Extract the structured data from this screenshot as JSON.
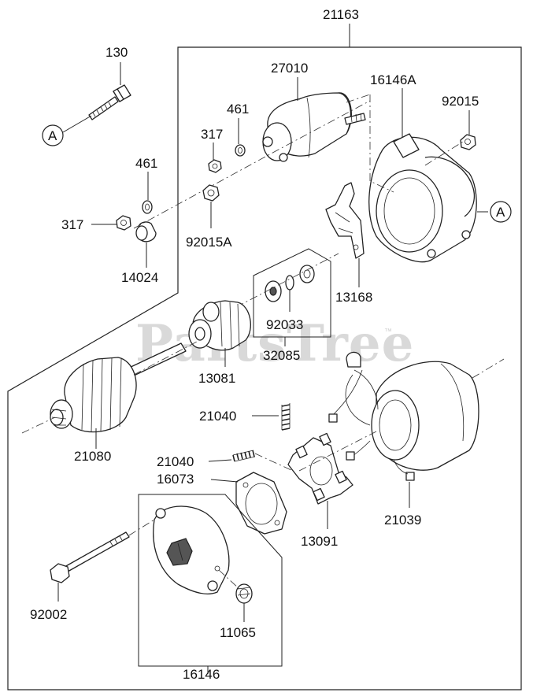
{
  "diagram": {
    "assembly_number": "21163",
    "watermark": "PartsTree",
    "watermark_tm": "™",
    "ref_marker": "A",
    "parts": [
      {
        "id": "130",
        "label": "130"
      },
      {
        "id": "27010",
        "label": "27010"
      },
      {
        "id": "16146A",
        "label": "16146A"
      },
      {
        "id": "92015",
        "label": "92015"
      },
      {
        "id": "461a",
        "label": "461"
      },
      {
        "id": "317a",
        "label": "317"
      },
      {
        "id": "461b",
        "label": "461"
      },
      {
        "id": "317b",
        "label": "317"
      },
      {
        "id": "92015A",
        "label": "92015A"
      },
      {
        "id": "14024",
        "label": "14024"
      },
      {
        "id": "13168",
        "label": "13168"
      },
      {
        "id": "92033",
        "label": "92033"
      },
      {
        "id": "32085",
        "label": "32085"
      },
      {
        "id": "13081",
        "label": "13081"
      },
      {
        "id": "21080",
        "label": "21080"
      },
      {
        "id": "21040a",
        "label": "21040"
      },
      {
        "id": "21040b",
        "label": "21040"
      },
      {
        "id": "16073",
        "label": "16073"
      },
      {
        "id": "13091",
        "label": "13091"
      },
      {
        "id": "21039",
        "label": "21039"
      },
      {
        "id": "92002",
        "label": "92002"
      },
      {
        "id": "11065",
        "label": "11065"
      },
      {
        "id": "16146",
        "label": "16146"
      }
    ]
  }
}
